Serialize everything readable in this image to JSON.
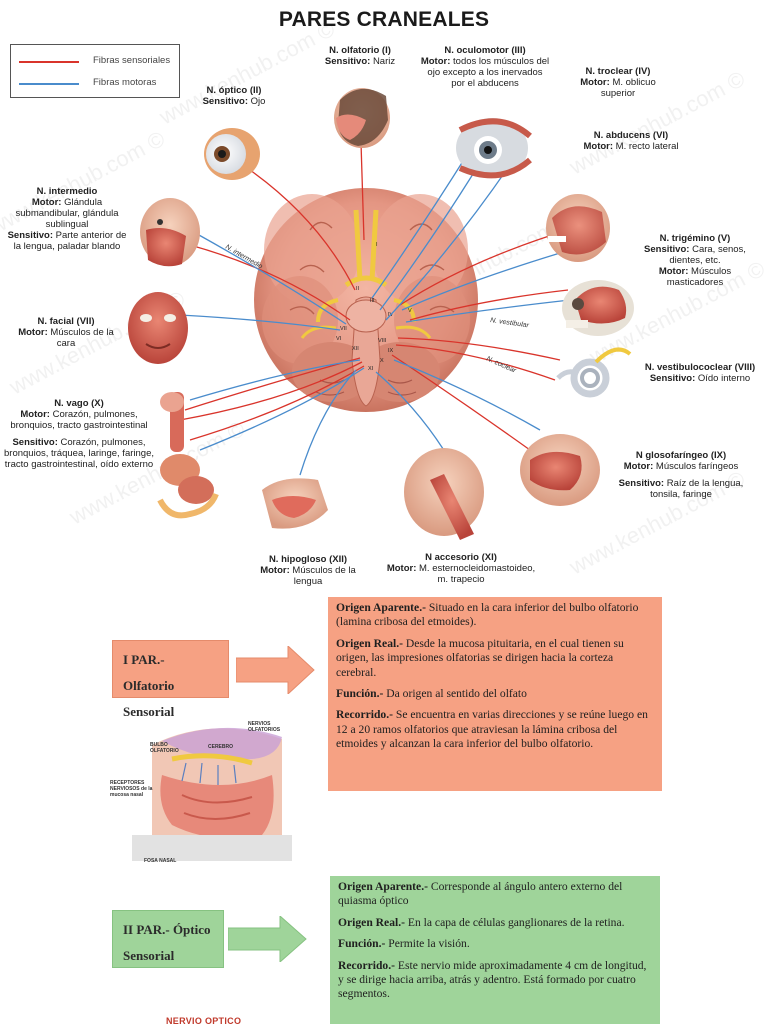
{
  "title": "PARES CRANEALES",
  "legend": {
    "sensory": "Fibras sensoriales",
    "motor": "Fibras motoras",
    "sensory_color": "#d9342b",
    "motor_color": "#4a8ccc"
  },
  "watermark": "www.kenhub.com ©",
  "nerves": {
    "olfatorio": {
      "name": "N. olfatorio (I)",
      "k1": "Sensitivo:",
      "v1": "Nariz"
    },
    "optico": {
      "name": "N. óptico (II)",
      "k1": "Sensitivo:",
      "v1": "Ojo"
    },
    "oculomotor": {
      "name": "N. oculomotor (III)",
      "k1": "Motor:",
      "v1": "todos los músculos del ojo excepto a los inervados por el abducens"
    },
    "troclear": {
      "name": "N. troclear (IV)",
      "k1": "Motor:",
      "v1": "M. oblicuo superior"
    },
    "abducens": {
      "name": "N. abducens (VI)",
      "k1": "Motor:",
      "v1": "M. recto lateral"
    },
    "trigemino": {
      "name": "N. trigémino (V)",
      "k1": "Sensitivo:",
      "v1": "Cara, senos, dientes, etc.",
      "k2": "Motor:",
      "v2": "Músculos masticadores"
    },
    "intermedio": {
      "name": "N. intermedio",
      "k1": "Motor:",
      "v1": "Glándula submandibular, glándula sublingual",
      "k2": "Sensitivo:",
      "v2": "Parte anterior de la lengua, paladar blando"
    },
    "facial": {
      "name": "N. facial (VII)",
      "k1": "Motor:",
      "v1": "Músculos de la cara"
    },
    "vestibulococlear": {
      "name": "N. vestibulococlear (VIII)",
      "k1": "Sensitivo:",
      "v1": "Oído interno"
    },
    "vago": {
      "name": "N. vago (X)",
      "k1": "Motor:",
      "v1": "Corazón, pulmones, bronquios, tracto gastrointestinal",
      "k2": "Sensitivo:",
      "v2": "Corazón, pulmones, bronquios, tráquea, laringe, faringe, tracto gastrointestinal, oído externo"
    },
    "glosofaringeo": {
      "name": "N glosofaríngeo (IX)",
      "k1": "Motor:",
      "v1": "Músculos faríngeos",
      "k2": "Sensitivo:",
      "v2": "Raíz de la lengua, tonsila, faringe"
    },
    "hipogloso": {
      "name": "N. hipogloso (XII)",
      "k1": "Motor:",
      "v1": "Músculos de la lengua"
    },
    "accesorio": {
      "name": "N accesorio (XI)",
      "k1": "Motor:",
      "v1": "M. esternocleidomastoideo, m. trapecio"
    }
  },
  "branch_labels": {
    "intermedio": "N. intermedio",
    "vestibular": "N. vestibular",
    "coclear": "N. coclear"
  },
  "roman": [
    "I",
    "II",
    "III",
    "IV",
    "V",
    "VI",
    "VII",
    "VIII",
    "IX",
    "X",
    "XI",
    "XII"
  ],
  "par1": {
    "title": "I PAR.- Olfatorio",
    "subtitle": "Sensorial",
    "origen_aparente_k": "Origen Aparente.-",
    "origen_aparente_v": " Situado en la cara inferior del bulbo olfatorio (lamina cribosa del etmoides).",
    "origen_real_k": "Origen Real.-",
    "origen_real_v": " Desde la mucosa pituitaria, en el cual tienen su origen, las impresiones olfatorias se dirigen hacia la corteza cerebral.",
    "funcion_k": "Función.-",
    "funcion_v": "  Da origen al sentido del olfato",
    "recorrido_k": "Recorrido.-",
    "recorrido_v": " Se encuentra en varias direcciones y se reúne luego en 12 a 20 ramos olfatorios que atraviesan la lámina cribosa del etmoides y alcanzan la cara inferior del bulbo olfatorio.",
    "diagram": {
      "nervios": "NERVIOS OLFATORIOS",
      "bulbo": "BULBO OLFATORIO",
      "cerebro": "CEREBRO",
      "receptores": "RECEPTORES NERVIOSOS de la mucosa nasal",
      "fosa": "FOSA NASAL"
    }
  },
  "par2": {
    "title": "II PAR.- Óptico",
    "subtitle": "Sensorial",
    "origen_aparente_k": "Origen Aparente.-",
    "origen_aparente_v": " Corresponde al ángulo antero externo del quiasma óptico",
    "origen_real_k": "Origen Real.-",
    "origen_real_v": " En la capa de células ganglionares de la retina.",
    "funcion_k": "Función.-",
    "funcion_v": "  Permite la visión.",
    "recorrido_k": "Recorrido.-",
    "recorrido_v": " Este nervio mide aproximadamente 4 cm de longitud, y se dirige hacia arriba, atrás y adentro. Está formado por cuatro segmentos.",
    "diagram_label": "NERVIO OPTICO"
  }
}
